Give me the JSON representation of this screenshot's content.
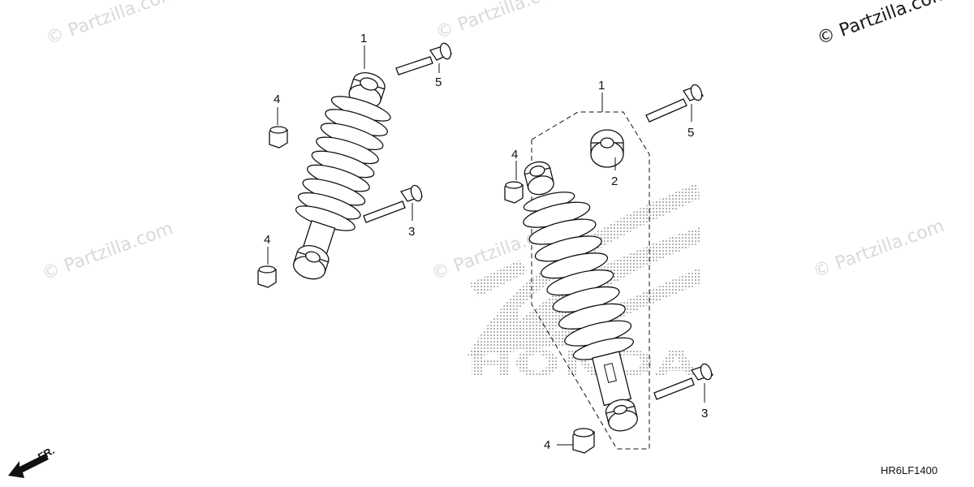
{
  "watermarks": {
    "text": "© Partzilla.com",
    "top_right": "© Partzilla.com"
  },
  "callouts": {
    "left_shock": "1",
    "left_bolt_top": "5",
    "left_nut_top": "4",
    "left_bolt_bottom": "3",
    "left_nut_bottom": "4",
    "right_shock": "1",
    "right_bolt_top": "5",
    "right_nut_top": "4",
    "right_bushing": "2",
    "right_bolt_bottom": "3",
    "right_nut_bottom": "4"
  },
  "direction_label": "FR.",
  "diagram_code": "HR6LF1400",
  "icons": {
    "direction": "arrow-left-icon",
    "brand_mark": "honda-wing-logo"
  },
  "colors": {
    "line": "#111111",
    "watermark": "#d9d9d9",
    "background": "#ffffff"
  }
}
